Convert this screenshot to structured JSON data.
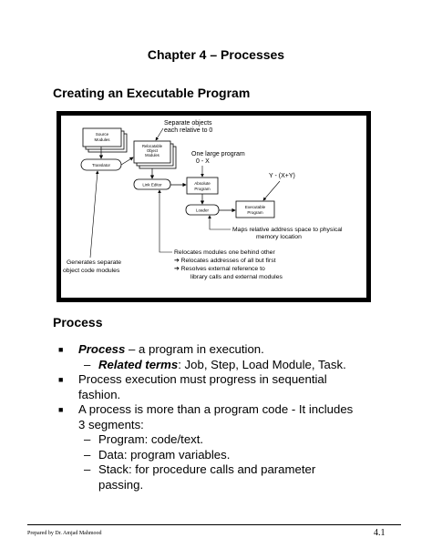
{
  "chapter_title": "Chapter 4 – Processes",
  "section1_heading": "Creating an Executable Program",
  "section2_heading": "Process",
  "diagram": {
    "source_modules_1": "Source",
    "source_modules_2": "Modules",
    "translator": "Translator",
    "relocatable_1": "Relocatable",
    "relocatable_2": "Object",
    "relocatable_3": "Modules",
    "link_editor": "Link Editor",
    "absolute_1": "Absolute",
    "absolute_2": "Program",
    "loader": "Loader",
    "executable_1": "Executable",
    "executable_2": "Program",
    "separate_objects_1": "Separate objects",
    "separate_objects_2": "each relative to 0",
    "one_large_1": "One large program",
    "one_large_2": "0 - X",
    "y_label": "Y - (X+Y)",
    "maps_1": "Maps relative address space to physical",
    "maps_2": "memory location",
    "relocates_1": "Relocates modules one behind other",
    "relocates_2": "➔ Relocates addresses of all but first",
    "relocates_3": "➔ Resolves external reference to",
    "relocates_4": "library calls and external modules",
    "generates_1": "Generates separate",
    "generates_2": "object code modules"
  },
  "bullets": {
    "b1_term": "Process",
    "b1_rest": " – a program in execution.",
    "b1_sub_term": "Related terms",
    "b1_sub_rest": ": Job, Step, Load Module, Task.",
    "b2_line1": "Process execution must progress in sequential",
    "b2_line2": "fashion.",
    "b3_line1": "A process is more than a program code - It includes",
    "b3_line2": "3 segments:",
    "s1": "Program: code/text.",
    "s2": "Data: program variables.",
    "s3_line1": "Stack: for procedure calls and parameter",
    "s3_line2": "passing."
  },
  "footer": {
    "author": "Prepared by Dr. Amjad Mahmood",
    "page": "4.1"
  }
}
